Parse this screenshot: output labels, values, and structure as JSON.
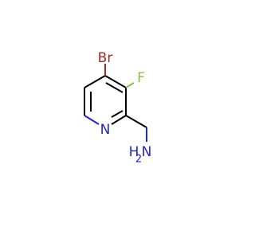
{
  "molecule": {
    "atoms": {
      "bromine": {
        "label": "Br",
        "color": "#a52a2a"
      },
      "fluorine": {
        "label": "F",
        "color": "#8fbf3f"
      },
      "ring_nitrogen": {
        "label": "N",
        "color": "#2222dd"
      },
      "amine_n": {
        "label": "N",
        "color": "#2222dd"
      },
      "amine_h1": {
        "label": "H",
        "color": "#2222dd"
      },
      "amine_h2": {
        "label": "H",
        "color": "#2222dd"
      }
    },
    "bond_color": "#000000"
  }
}
